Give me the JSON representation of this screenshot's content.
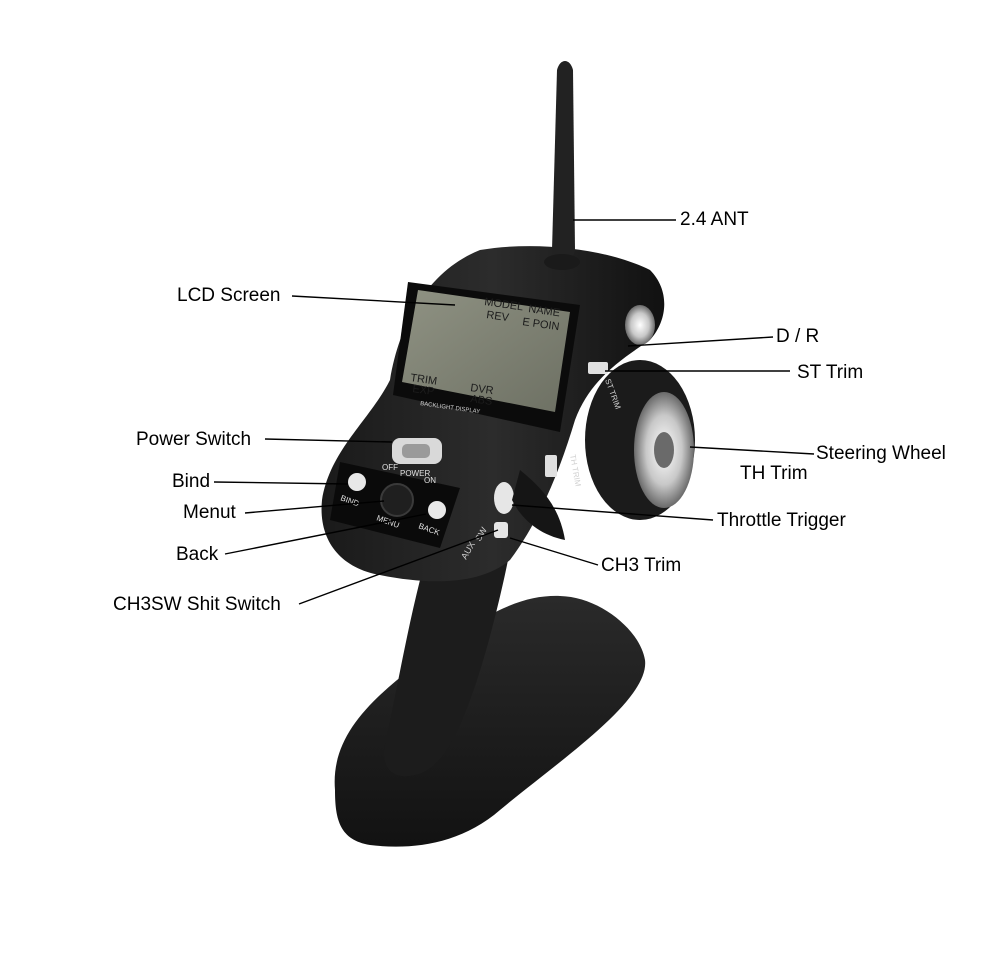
{
  "callouts": {
    "antenna": "2.4 ANT",
    "lcd_screen": "LCD Screen",
    "dr": "D / R",
    "st_trim": "ST Trim",
    "power_switch": "Power Switch",
    "steering_wheel": "Steering Wheel",
    "bind": "Bind",
    "th_trim": "TH Trim",
    "menu": "Menut",
    "throttle_trigger": "Throttle Trigger",
    "back": "Back",
    "ch3_trim": "CH3 Trim",
    "ch3sw": "CH3SW Shit Switch"
  },
  "lcd": {
    "model": "MODEL",
    "name": "NAME",
    "rev": "REV",
    "epoint": "E POIN",
    "trim": "TRIM",
    "dvr": "DVR",
    "exp": "EXP",
    "abs": "ABS",
    "backlight": "BACKLIGHT DISPLAY"
  },
  "panel": {
    "off": "OFF",
    "power": "POWER",
    "on": "ON",
    "bind": "BIND",
    "menu": "MENU",
    "back": "BACK",
    "aux": "AUX",
    "sw": "SW",
    "st_trim": "ST TRIM",
    "th_trim": "TH TRIM"
  }
}
